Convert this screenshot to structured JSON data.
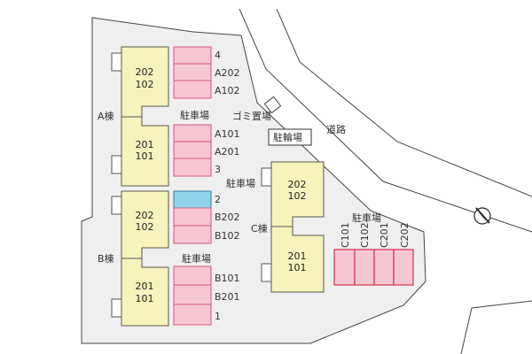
{
  "site": {
    "building_a_label": "A棟",
    "building_b_label": "B棟",
    "building_c_label": "C棟",
    "parking_label": "駐車場",
    "garbage_label": "ゴミ置場",
    "bicycle_label": "駐輪場",
    "road_label": "道路"
  },
  "buildings": {
    "a_upper": [
      "202",
      "102"
    ],
    "a_lower": [
      "201",
      "101"
    ],
    "b_upper": [
      "202",
      "102"
    ],
    "b_lower": [
      "201",
      "101"
    ],
    "c_upper": [
      "202",
      "102"
    ],
    "c_lower": [
      "201",
      "101"
    ]
  },
  "parking": {
    "a_top": [
      "4",
      "A202",
      "A102"
    ],
    "a_bottom": [
      "A101",
      "A201",
      "3"
    ],
    "b_top": [
      "2",
      "B202",
      "B102"
    ],
    "b_bottom": [
      "B101",
      "B201",
      "1"
    ],
    "c_row": [
      "C101",
      "C102",
      "C201",
      "C202"
    ],
    "highlighted_space": "2"
  },
  "colors": {
    "lot": "#efefef",
    "building": "#f7f3bc",
    "parking": "#f7c6d3",
    "highlight": "#8ed3ea"
  },
  "icons": {
    "north": "north-arrow-icon"
  }
}
